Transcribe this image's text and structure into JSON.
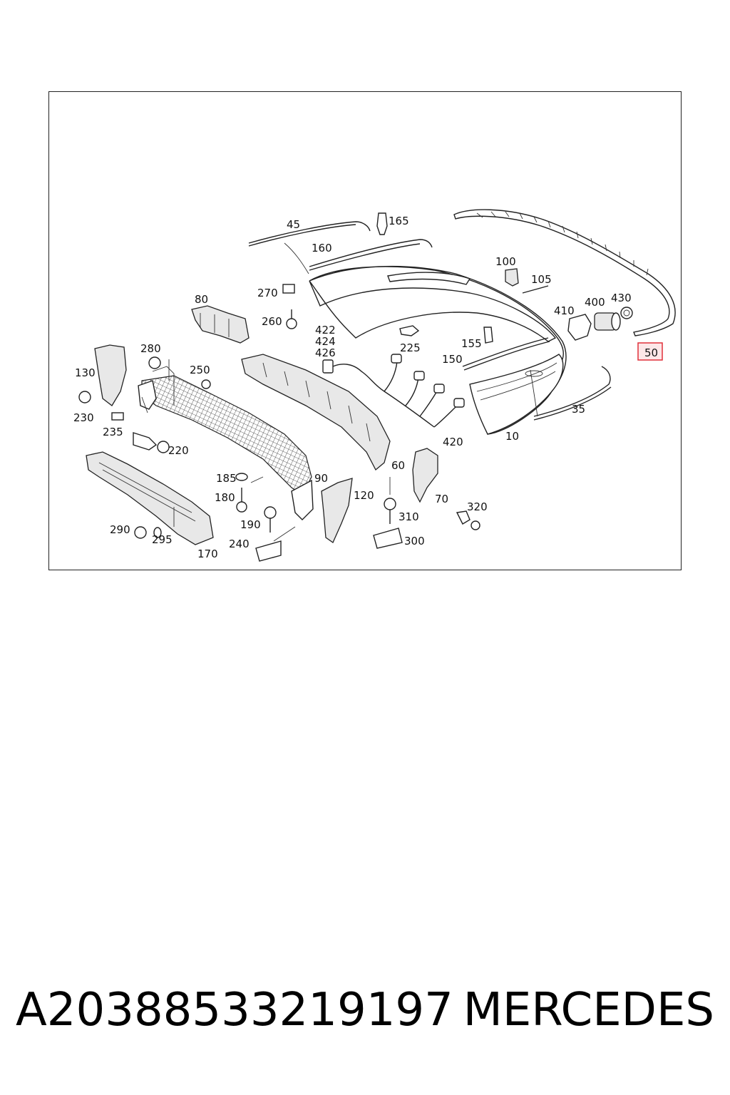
{
  "callouts": {
    "c10": "10",
    "c35": "35",
    "c45": "45",
    "c50": "50",
    "c60": "60",
    "c70": "70",
    "c80": "80",
    "c90": "90",
    "c100": "100",
    "c105": "105",
    "c120": "120",
    "c130": "130",
    "c150": "150",
    "c155": "155",
    "c160": "160",
    "c165": "165",
    "c170": "170",
    "c180": "180",
    "c185": "185",
    "c190": "190",
    "c220": "220",
    "c225": "225",
    "c230": "230",
    "c235": "235",
    "c240": "240",
    "c250": "250",
    "c260": "260",
    "c270": "270",
    "c280": "280",
    "c290": "290",
    "c295": "295",
    "c300": "300",
    "c310": "310",
    "c320": "320",
    "c400": "400",
    "c410": "410",
    "c420": "420",
    "c422": "422",
    "c424": "424",
    "c426": "426",
    "c430": "430"
  },
  "highlighted_callout": "50",
  "highlight_color": "#e0303a",
  "footer": {
    "part_number": "A20388533219197",
    "brand": "MERCEDES"
  }
}
